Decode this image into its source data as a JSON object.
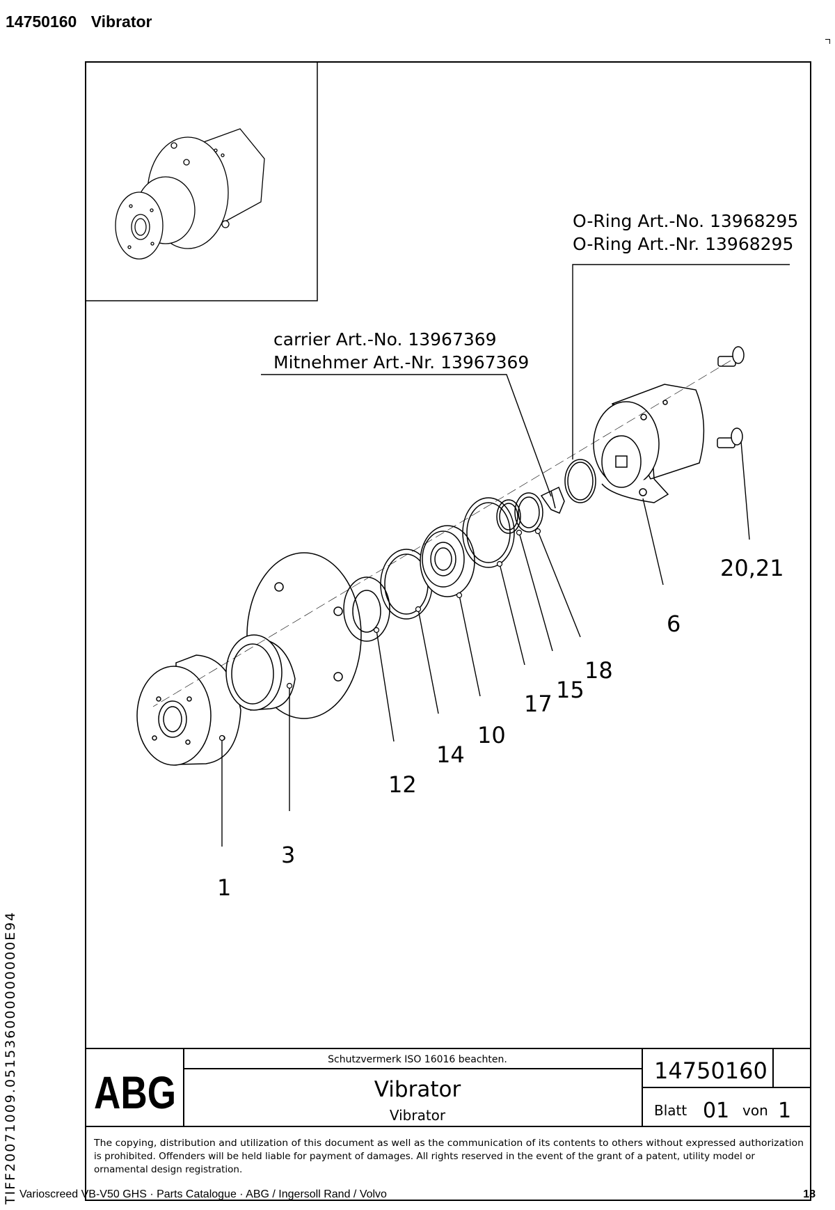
{
  "header": {
    "part_number": "14750160",
    "title": "Vibrator"
  },
  "callouts": {
    "oring": {
      "line1": "O-Ring Art.-No. 13968295",
      "line2": "O-Ring Art.-Nr. 13968295"
    },
    "carrier": {
      "line1": "carrier Art.-No. 13967369",
      "line2": "Mitnehmer Art.-Nr. 13967369"
    }
  },
  "item_numbers": [
    "1",
    "3",
    "6",
    "10",
    "12",
    "14",
    "15",
    "17",
    "18",
    "20,21"
  ],
  "title_block": {
    "logo": "ABG",
    "protection_note": "Schutzvermerk ISO 16016 beachten.",
    "title_en": "Vibrator",
    "title_de": "Vibrator",
    "drawing_number": "14750160",
    "sheet_label": "Blatt",
    "sheet_number": "01",
    "of_label": "von",
    "sheet_total": "1",
    "copyright_line1": "The copying, distribution and utilization of this document as well as the communication of its contents to others without expressed authorization",
    "copyright_line2": "is prohibited. Offenders will be held liable for payment of damages. All rights reserved in the event of the grant of a patent, utility model or",
    "copyright_line3": "ornamental design registration."
  },
  "side_code": "TIFF20071009.051536000000000E94",
  "footer": {
    "catalogue": "Varioscreed VB-V50 GHS  ·  Parts Catalogue  ·  ABG / Ingersoll Rand / Volvo",
    "page_number": "18"
  }
}
